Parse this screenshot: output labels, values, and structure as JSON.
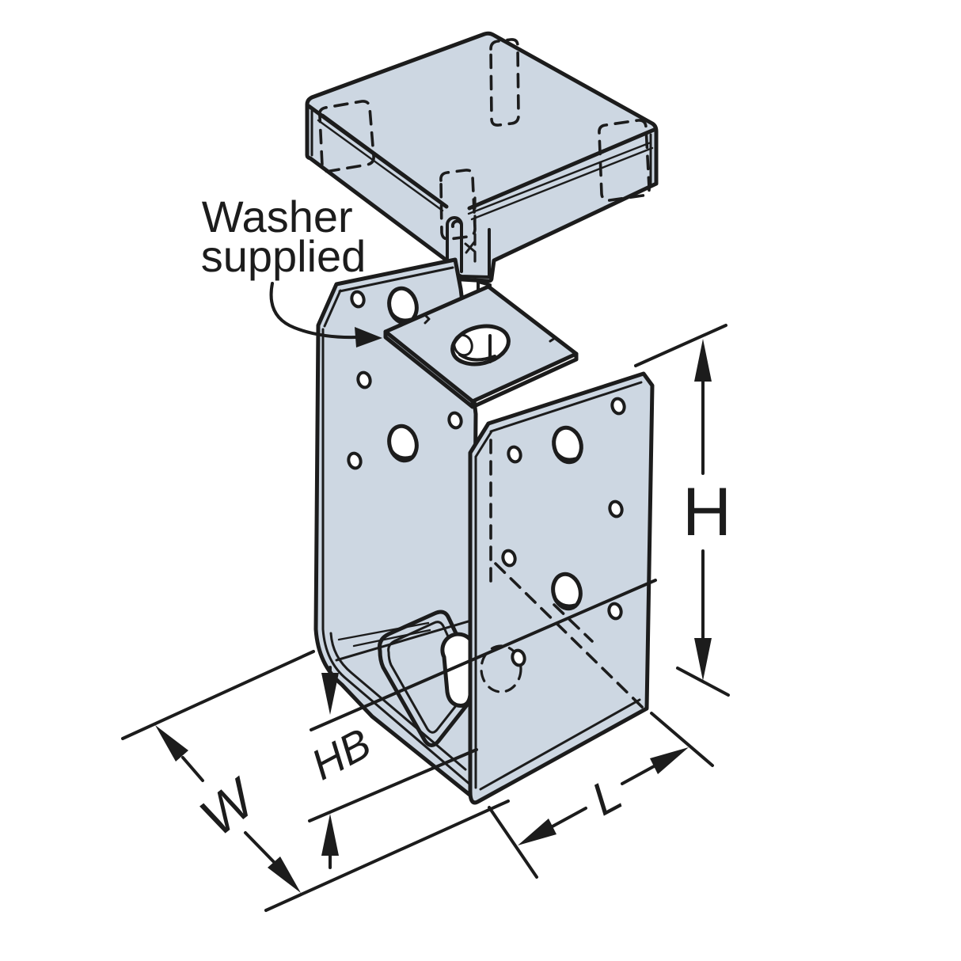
{
  "diagram": {
    "note": {
      "line1": "Washer",
      "line2": "supplied"
    },
    "dimension_labels": {
      "h": "H",
      "hb": "HB",
      "w": "W",
      "l": "L"
    }
  },
  "colors": {
    "steel": "#cdd7e2",
    "line": "#1c1c1c",
    "background": "#ffffff"
  }
}
